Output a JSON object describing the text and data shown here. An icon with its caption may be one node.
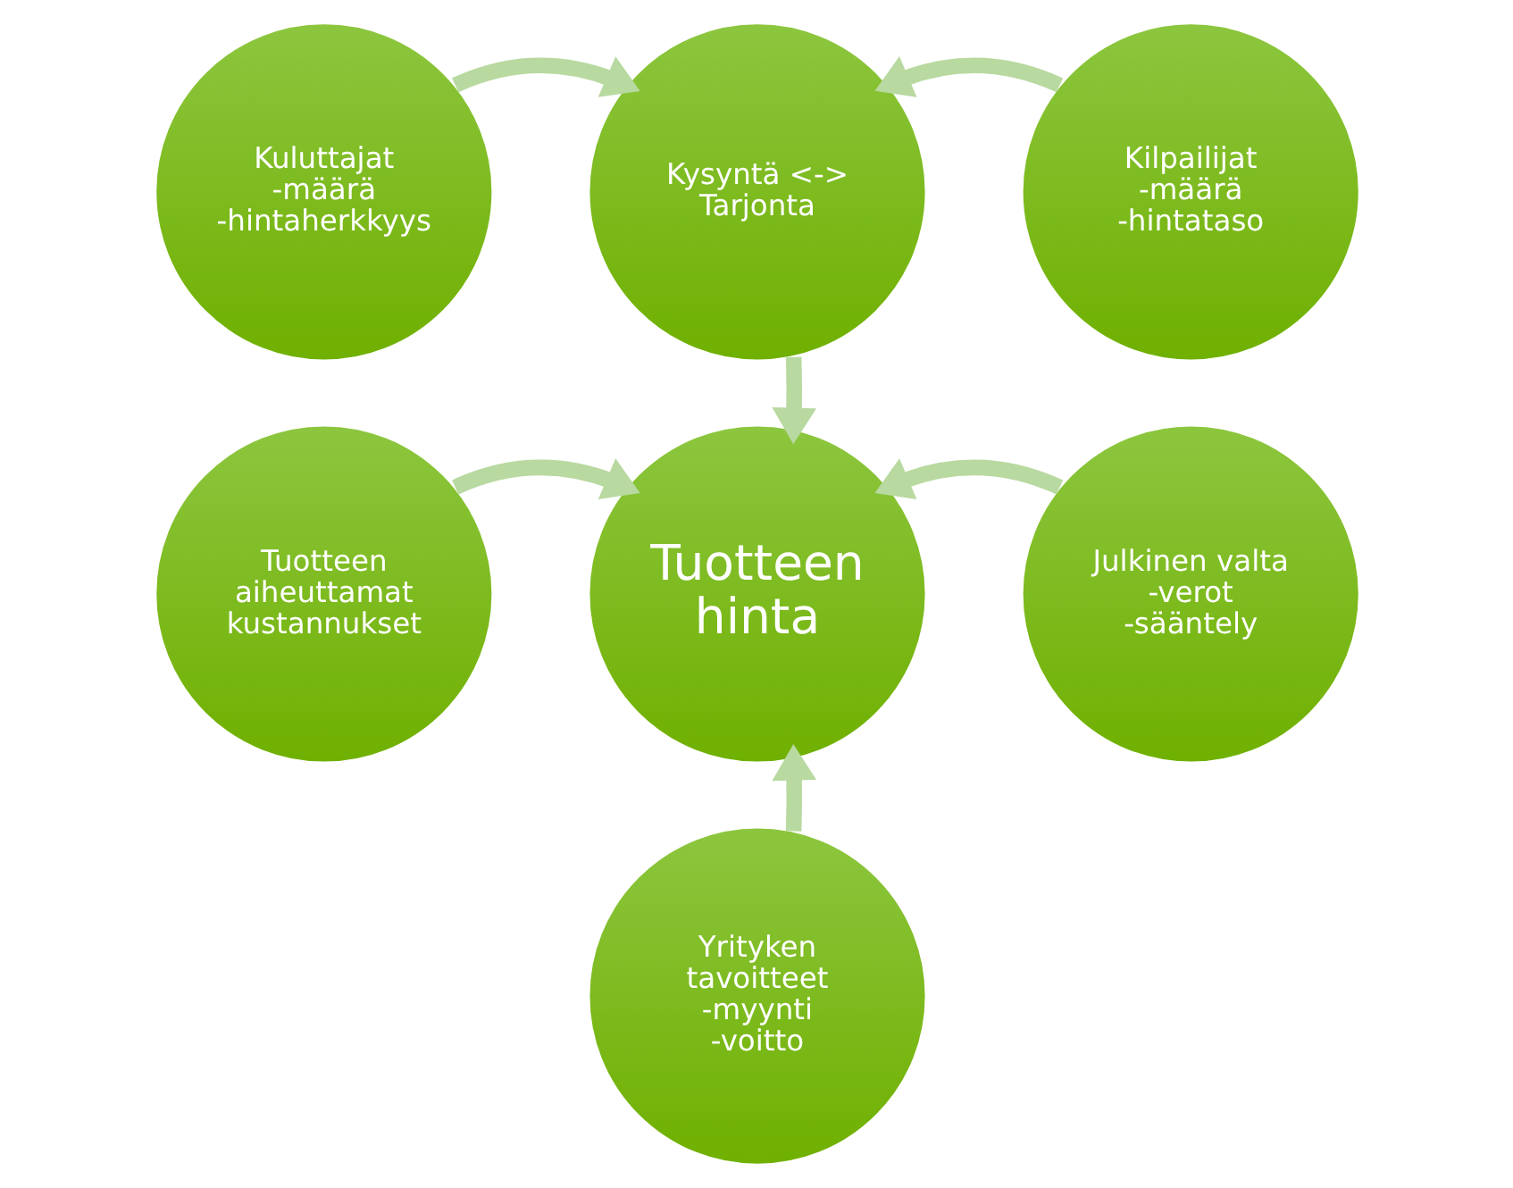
{
  "diagram": {
    "nodes": [
      {
        "text": [
          "Kuluttajat",
          "-määrä",
          "-hintaherkkyys"
        ]
      },
      {
        "text": [
          "Kysyntä <-> Tarjonta"
        ]
      },
      {
        "text": [
          "Kilpailijat",
          "-määrä",
          "-hintataso"
        ]
      },
      {
        "text": [
          "Tuotteen aiheuttamat kustannukset"
        ]
      },
      {
        "text": [
          "Tuotteen hinta"
        ]
      },
      {
        "text": [
          "Julkinen valta",
          "-verot",
          "-sääntely"
        ]
      },
      {
        "text": [
          "Yrityken tavoitteet",
          "-myynti",
          "-voitto"
        ]
      }
    ],
    "edges": [
      {
        "from": 0,
        "to": 1,
        "arrow": "to"
      },
      {
        "from": 2,
        "to": 1,
        "arrow": "to"
      },
      {
        "from": 1,
        "to": 4,
        "arrow": "to"
      },
      {
        "from": 3,
        "to": 4,
        "arrow": "to"
      },
      {
        "from": 5,
        "to": 4,
        "arrow": "to"
      },
      {
        "from": 6,
        "to": 4,
        "arrow": "to"
      }
    ]
  }
}
